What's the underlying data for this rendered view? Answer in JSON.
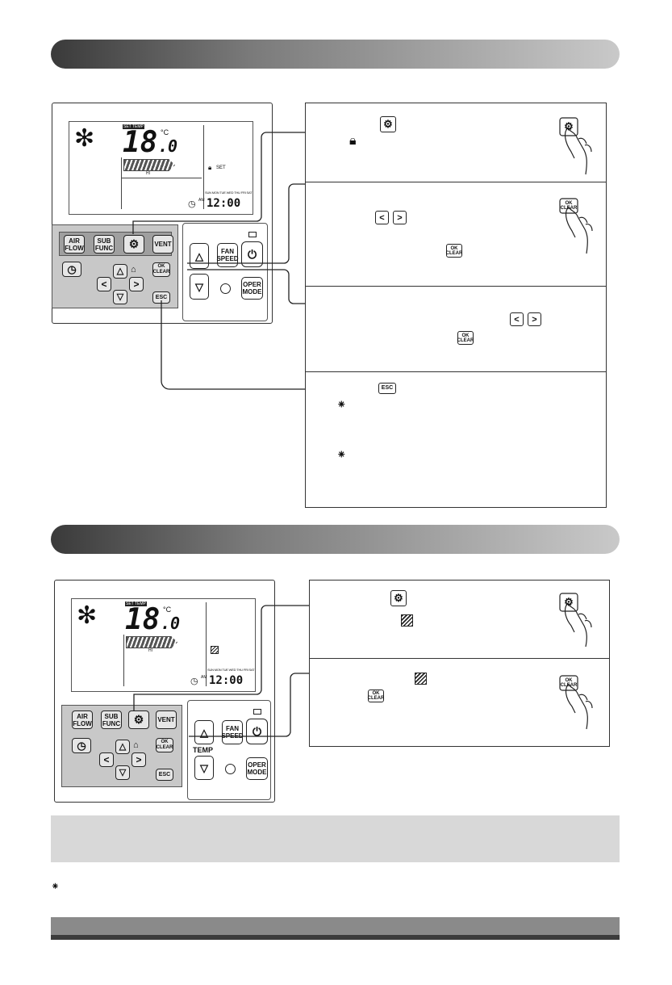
{
  "remote": {
    "set_temp_label": "SET TEMP",
    "temperature": "18",
    "temperature_decimal": ".0",
    "unit": "°C",
    "fan_level": "HI",
    "lock_set_label": "SET",
    "clock_ampm": "AM",
    "clock_time": "12:00",
    "weekdays": "SUN MON TUE WED THU FRI SAT",
    "keys": {
      "air_flow": "AIR FLOW",
      "sub_func": "SUB FUNC",
      "vent": "VENT",
      "ok_clear": "OK CLEAR",
      "esc": "ESC",
      "fan_speed": "FAN SPEED",
      "oper_mode": "OPER MODE",
      "temp": "TEMP"
    }
  },
  "glyphs": {
    "snow": "✻",
    "asterisk": "⁕",
    "up": "△",
    "down": "▽",
    "left": "<",
    "right": ">",
    "power": "⏻",
    "clock": "◷"
  },
  "colors": {
    "banner_dark": "#3a3a3a",
    "banner_light": "#c9c9c9",
    "keypad": "#c8c8c8",
    "note_bar": "#d8d8d8",
    "footer_bar": "#8a8a8a"
  }
}
